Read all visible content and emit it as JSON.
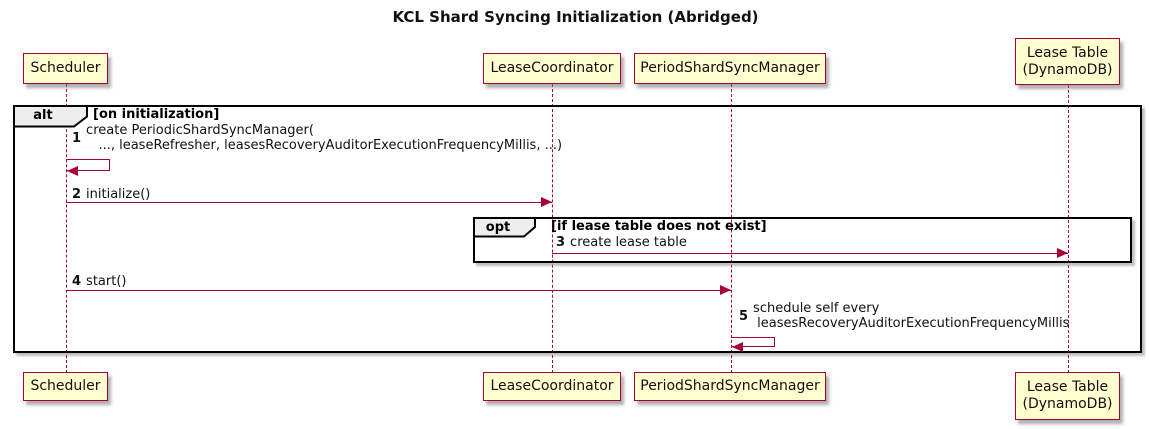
{
  "title": "KCL Shard Syncing Initialization (Abridged)",
  "participants": [
    {
      "id": "scheduler",
      "label": "Scheduler"
    },
    {
      "id": "lease-coordinator",
      "label": "LeaseCoordinator"
    },
    {
      "id": "period-shard-sync-manager",
      "label": "PeriodShardSyncManager"
    },
    {
      "id": "lease-table",
      "label": "Lease Table\n(DynamoDB)"
    }
  ],
  "frames": [
    {
      "operator": "alt",
      "guard": "[on initialization]"
    },
    {
      "operator": "opt",
      "guard": "[if lease table does not exist]"
    }
  ],
  "messages": [
    {
      "num": "1",
      "text": "create PeriodicShardSyncManager(\n   ..., leaseRefresher, leasesRecoveryAuditorExecutionFrequencyMillis, ...)",
      "kind": "self",
      "from": "Scheduler",
      "to": "Scheduler"
    },
    {
      "num": "2",
      "text": "initialize()",
      "kind": "arrow",
      "from": "Scheduler",
      "to": "LeaseCoordinator"
    },
    {
      "num": "3",
      "text": "create lease table",
      "kind": "arrow",
      "from": "LeaseCoordinator",
      "to": "Lease Table (DynamoDB)"
    },
    {
      "num": "4",
      "text": "start()",
      "kind": "arrow",
      "from": "Scheduler",
      "to": "PeriodShardSyncManager"
    },
    {
      "num": "5",
      "text": "schedule self every\n leasesRecoveryAuditorExecutionFrequencyMillis",
      "kind": "self",
      "from": "PeriodShardSyncManager",
      "to": "PeriodShardSyncManager"
    }
  ],
  "colors": {
    "participant_fill": "#FEFECE",
    "participant_border": "#A80036",
    "lifeline": "#A80036",
    "arrow": "#A80036",
    "frame_border": "#000000",
    "operator_fill": "#EEEEEE"
  }
}
